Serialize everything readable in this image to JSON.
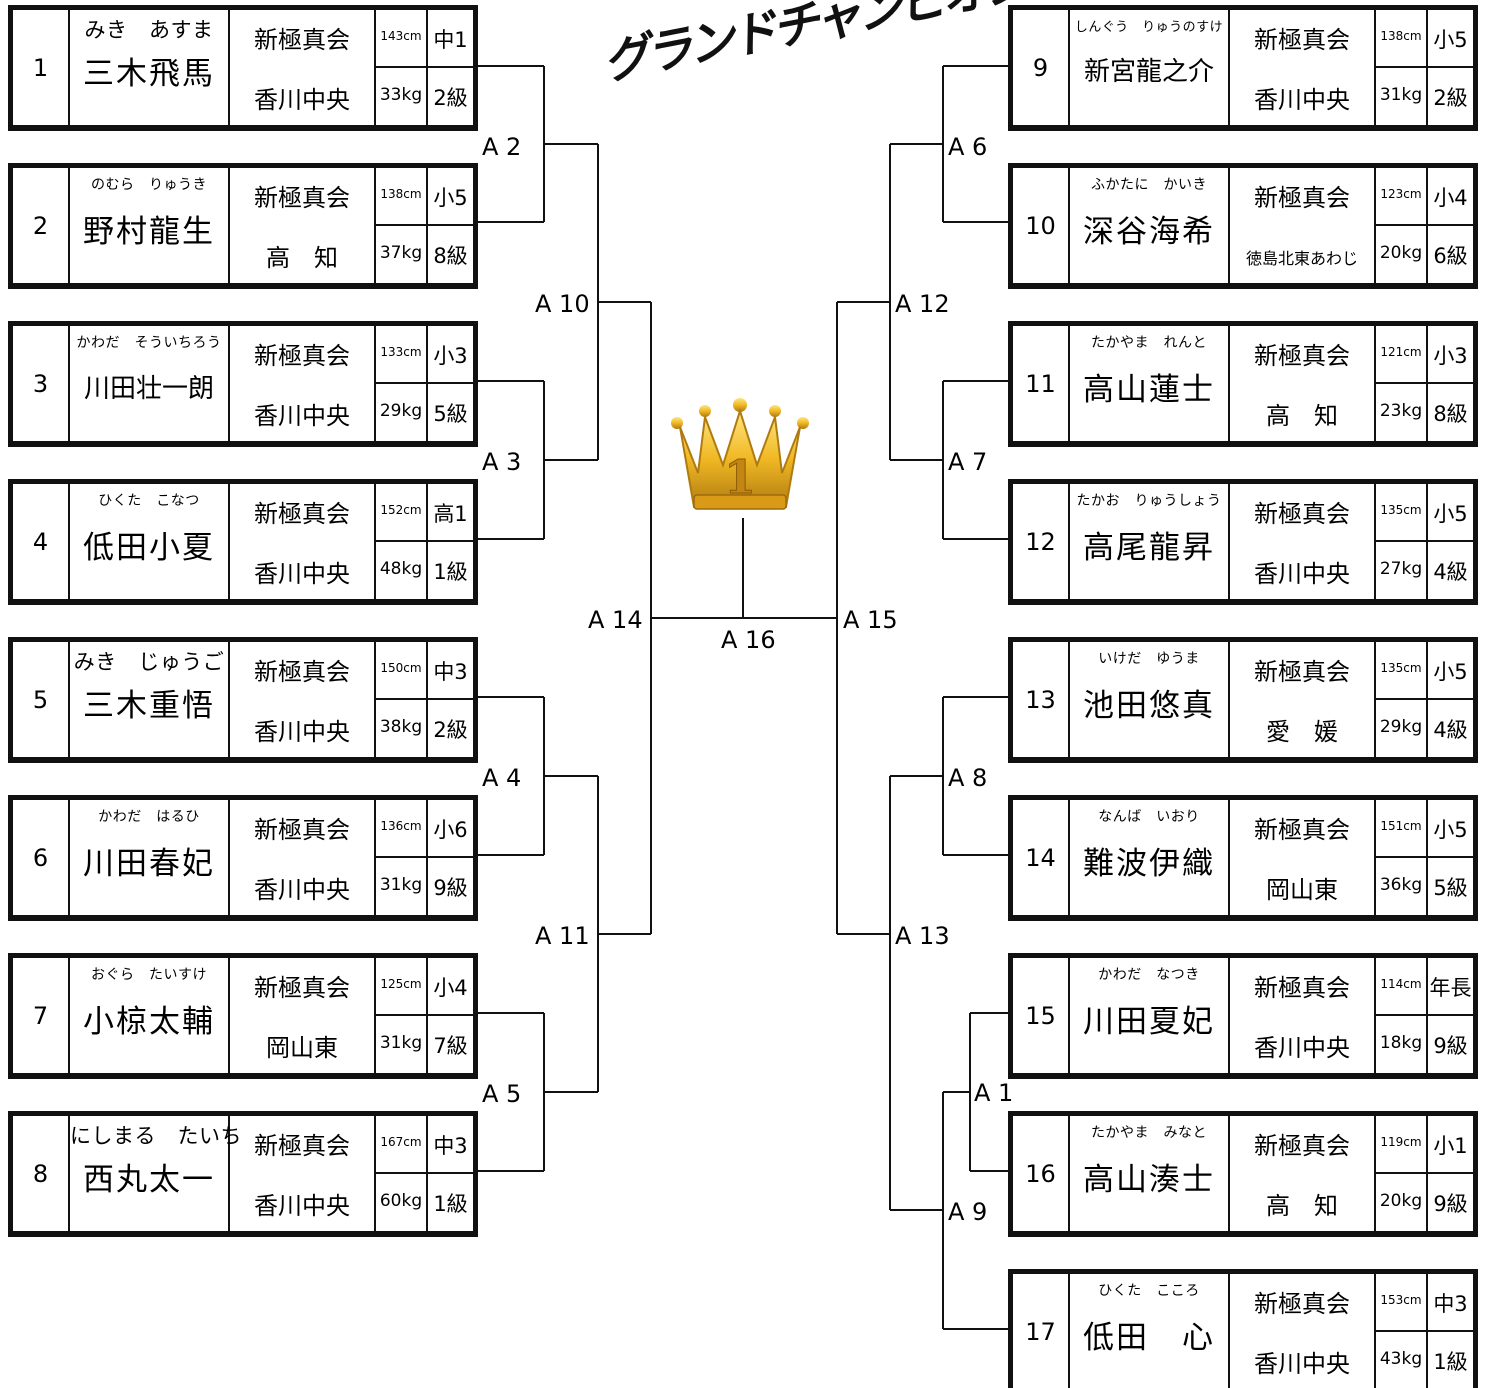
{
  "title": "グランドチャンピオンは誰だ？",
  "crown_rank": "1",
  "colors": {
    "line": "#111111",
    "crown_gold": "#f0b824",
    "crown_dark": "#b07a10"
  },
  "participants": [
    {
      "no": "1",
      "furigana": "みき　あすま",
      "name": "三木飛馬",
      "club": "新極真会",
      "branch": "香川中央",
      "height": "143cm",
      "weight": "33kg",
      "grade": "中1",
      "rank": "2級"
    },
    {
      "no": "2",
      "furigana": "のむら　りゅうき",
      "name": "野村龍生",
      "club": "新極真会",
      "branch": "高　知",
      "height": "138cm",
      "weight": "37kg",
      "grade": "小5",
      "rank": "8級"
    },
    {
      "no": "3",
      "furigana": "かわだ　そういちろう",
      "name": "川田壮一朗",
      "club": "新極真会",
      "branch": "香川中央",
      "height": "133cm",
      "weight": "29kg",
      "grade": "小3",
      "rank": "5級"
    },
    {
      "no": "4",
      "furigana": "ひくた　こなつ",
      "name": "低田小夏",
      "club": "新極真会",
      "branch": "香川中央",
      "height": "152cm",
      "weight": "48kg",
      "grade": "高1",
      "rank": "1級"
    },
    {
      "no": "5",
      "furigana": "みき　じゅうご",
      "name": "三木重悟",
      "club": "新極真会",
      "branch": "香川中央",
      "height": "150cm",
      "weight": "38kg",
      "grade": "中3",
      "rank": "2級"
    },
    {
      "no": "6",
      "furigana": "かわだ　はるひ",
      "name": "川田春妃",
      "club": "新極真会",
      "branch": "香川中央",
      "height": "136cm",
      "weight": "31kg",
      "grade": "小6",
      "rank": "9級"
    },
    {
      "no": "7",
      "furigana": "おぐら　たいすけ",
      "name": "小椋太輔",
      "club": "新極真会",
      "branch": "岡山東",
      "height": "125cm",
      "weight": "31kg",
      "grade": "小4",
      "rank": "7級"
    },
    {
      "no": "8",
      "furigana": "にしまる　たいち",
      "name": "西丸太一",
      "club": "新極真会",
      "branch": "香川中央",
      "height": "167cm",
      "weight": "60kg",
      "grade": "中3",
      "rank": "1級"
    },
    {
      "no": "9",
      "furigana": "しんぐう　りゅうのすけ",
      "name": "新宮龍之介",
      "club": "新極真会",
      "branch": "香川中央",
      "height": "138cm",
      "weight": "31kg",
      "grade": "小5",
      "rank": "2級"
    },
    {
      "no": "10",
      "furigana": "ふかたに　かいき",
      "name": "深谷海希",
      "club": "新極真会",
      "branch": "徳島北東あわじ",
      "height": "123cm",
      "weight": "20kg",
      "grade": "小4",
      "rank": "6級"
    },
    {
      "no": "11",
      "furigana": "たかやま　れんと",
      "name": "高山蓮士",
      "club": "新極真会",
      "branch": "高　知",
      "height": "121cm",
      "weight": "23kg",
      "grade": "小3",
      "rank": "8級"
    },
    {
      "no": "12",
      "furigana": "たかお　りゅうしょう",
      "name": "高尾龍昇",
      "club": "新極真会",
      "branch": "香川中央",
      "height": "135cm",
      "weight": "27kg",
      "grade": "小5",
      "rank": "4級"
    },
    {
      "no": "13",
      "furigana": "いけだ　ゆうま",
      "name": "池田悠真",
      "club": "新極真会",
      "branch": "愛　媛",
      "height": "135cm",
      "weight": "29kg",
      "grade": "小5",
      "rank": "4級"
    },
    {
      "no": "14",
      "furigana": "なんば　いおり",
      "name": "難波伊織",
      "club": "新極真会",
      "branch": "岡山東",
      "height": "151cm",
      "weight": "36kg",
      "grade": "小5",
      "rank": "5級"
    },
    {
      "no": "15",
      "furigana": "かわだ　なつき",
      "name": "川田夏妃",
      "club": "新極真会",
      "branch": "香川中央",
      "height": "114cm",
      "weight": "18kg",
      "grade": "年長",
      "rank": "9級"
    },
    {
      "no": "16",
      "furigana": "たかやま　みなと",
      "name": "高山湊士",
      "club": "新極真会",
      "branch": "高　知",
      "height": "119cm",
      "weight": "20kg",
      "grade": "小1",
      "rank": "9級"
    },
    {
      "no": "17",
      "furigana": "ひくた　こころ",
      "name": "低田　心",
      "club": "新極真会",
      "branch": "香川中央",
      "height": "153cm",
      "weight": "43kg",
      "grade": "中3",
      "rank": "1級"
    }
  ],
  "matches": [
    {
      "id": "A1",
      "label": "A 1"
    },
    {
      "id": "A2",
      "label": "A 2"
    },
    {
      "id": "A3",
      "label": "A 3"
    },
    {
      "id": "A4",
      "label": "A 4"
    },
    {
      "id": "A5",
      "label": "A 5"
    },
    {
      "id": "A6",
      "label": "A 6"
    },
    {
      "id": "A7",
      "label": "A 7"
    },
    {
      "id": "A8",
      "label": "A 8"
    },
    {
      "id": "A9",
      "label": "A 9"
    },
    {
      "id": "A10",
      "label": "A 10"
    },
    {
      "id": "A11",
      "label": "A 11"
    },
    {
      "id": "A12",
      "label": "A 12"
    },
    {
      "id": "A13",
      "label": "A 13"
    },
    {
      "id": "A14",
      "label": "A 14"
    },
    {
      "id": "A15",
      "label": "A 15"
    },
    {
      "id": "A16",
      "label": "A 16"
    }
  ]
}
